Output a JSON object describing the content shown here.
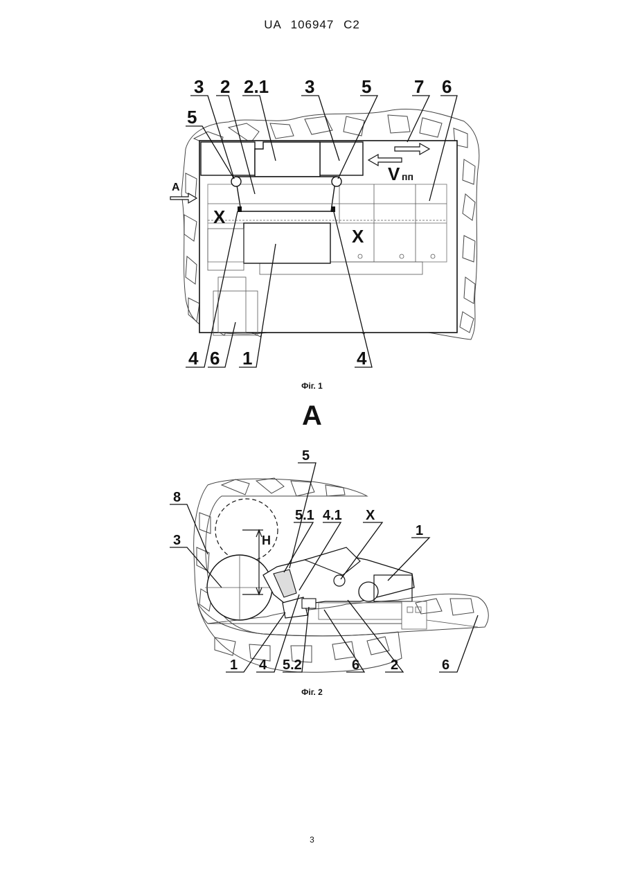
{
  "header": {
    "office": "UA",
    "number": "106947",
    "kind": "C2"
  },
  "figure1": {
    "caption": "Фіг. 1",
    "labels": {
      "l3a": "3",
      "l2": "2",
      "l21": "2.1",
      "l3b": "3",
      "l5a": "5",
      "l7": "7",
      "l6a": "6",
      "l5b": "5",
      "lA": "A",
      "lXa": "X",
      "lXb": "X",
      "lV": "V",
      "lVsub": "пп",
      "l4a": "4",
      "l6b": "6",
      "l1": "1",
      "l4b": "4"
    }
  },
  "view_label": "A",
  "figure2": {
    "caption": "Фіг. 2",
    "labels": {
      "l5": "5",
      "l8": "8",
      "l51": "5.1",
      "l41": "4.1",
      "lX": "X",
      "l1a": "1",
      "lH": "H",
      "l3": "3",
      "l1b": "1",
      "l4": "4",
      "l52": "5.2",
      "l6a": "6",
      "l2": "2",
      "l6b": "6"
    }
  },
  "page_number": "3"
}
